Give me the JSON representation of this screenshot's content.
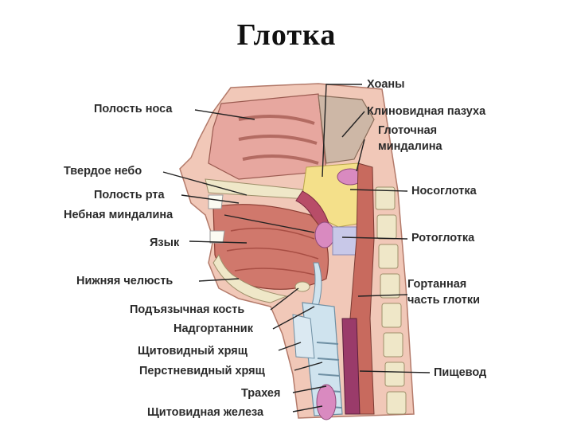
{
  "title": "Глотка",
  "labels": {
    "left": {
      "nasal_cavity": "Полость носа",
      "hard_palate": "Твердое небо",
      "oral_cavity": "Полость рта",
      "palatine_tonsil": "Небная миндалина",
      "tongue": "Язык",
      "mandible": "Нижняя челюсть",
      "hyoid_bone": "Подъязычная кость",
      "epiglottis": "Надгортанник",
      "thyroid_cartilage": "Щитовидный хрящ",
      "cricoid_cartilage": "Перстневидный хрящ",
      "trachea": "Трахея",
      "thyroid_gland": "Щитовидная железа"
    },
    "right": {
      "choanae": "Хоаны",
      "sphenoid_sinus": "Клиновидная пазуха",
      "pharyngeal_tonsil_1": "Глоточная",
      "pharyngeal_tonsil_2": "миндалина",
      "nasopharynx": "Носоглотка",
      "oropharynx": "Ротоглотка",
      "laryngopharynx_1": "Гортанная",
      "laryngopharynx_2": "часть глотки",
      "esophagus": "Пищевод"
    }
  },
  "colors": {
    "tissue": "#e8a8a0",
    "muscle": "#c86a5e",
    "bone": "#efe7c8",
    "nasopharynx_zone": "#f4e08a",
    "oropharynx_zone": "#c8c8e8",
    "cartilage": "#cfe3ee",
    "tonsil": "#d98ac0"
  }
}
